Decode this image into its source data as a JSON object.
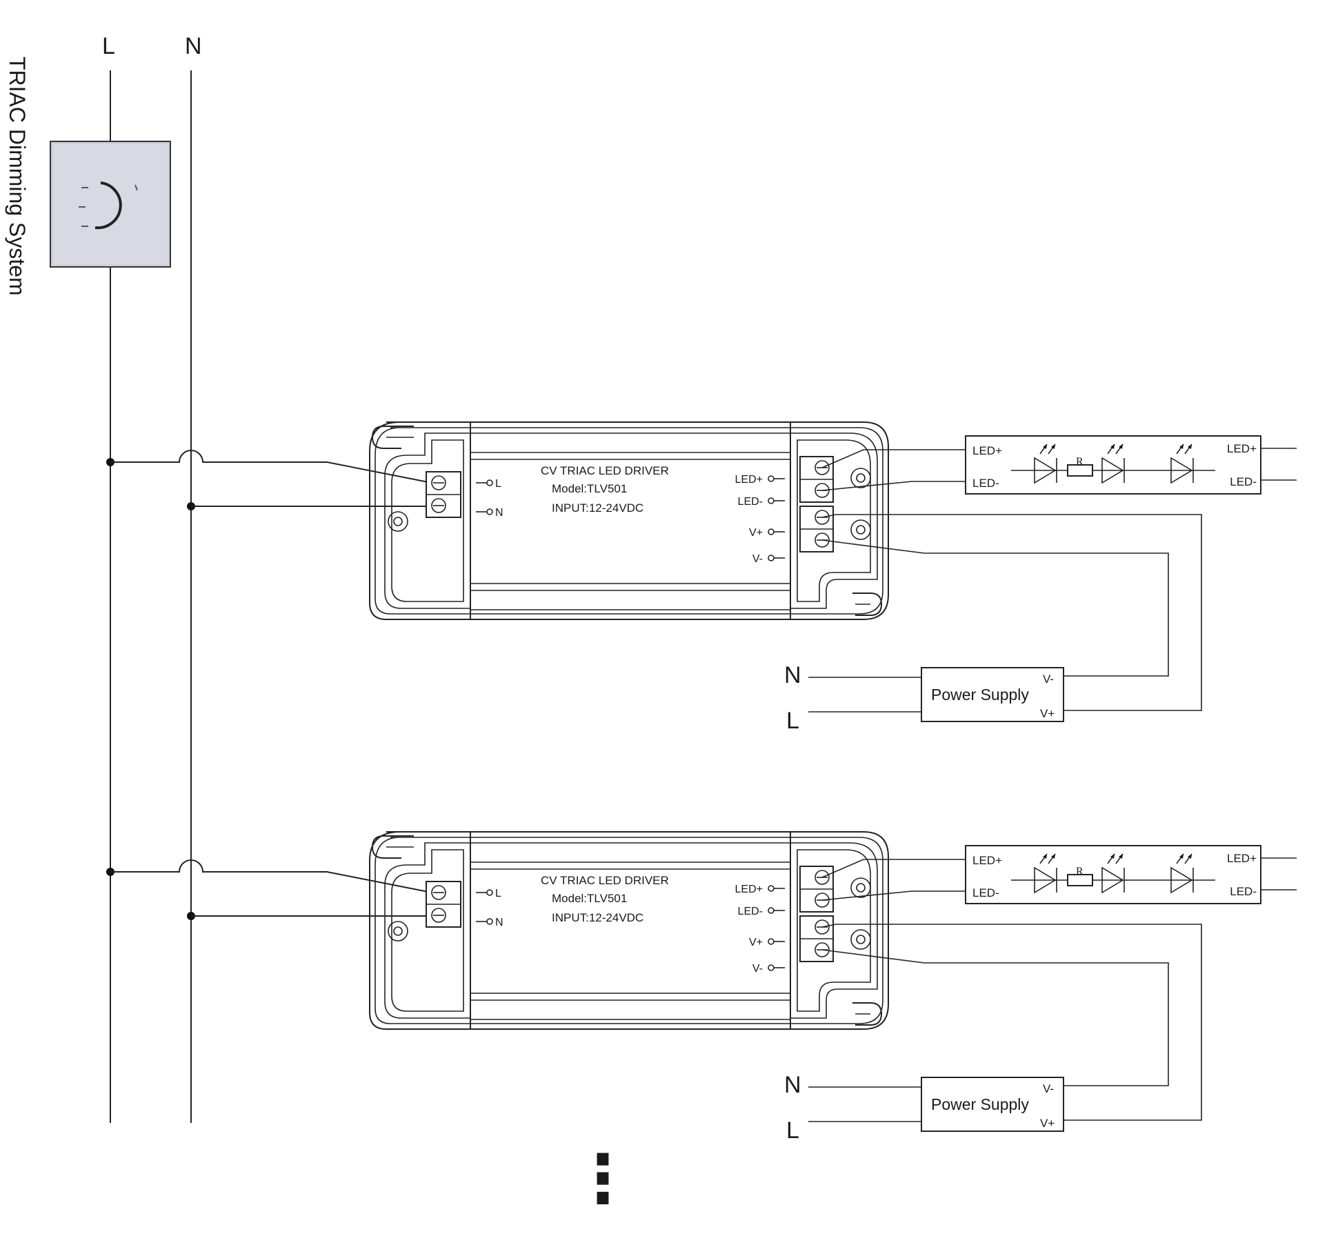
{
  "system_title": "TRIAC Dimming System",
  "mains": {
    "line_label": "L",
    "neutral_label": "N"
  },
  "driver": {
    "title": "CV TRIAC LED DRIVER",
    "model": "Model:TLV501",
    "input": "INPUT:12-24VDC",
    "in_l": "L",
    "in_n": "N",
    "out_led_plus": "LED+",
    "out_led_minus": "LED-",
    "out_v_plus": "V+",
    "out_v_minus": "V-"
  },
  "led_strip": {
    "in_plus": "LED+",
    "in_minus": "LED-",
    "out_plus": "LED+",
    "out_minus": "LED-",
    "resistor": "R"
  },
  "power_supply": {
    "label": "Power Supply",
    "in_n": "N",
    "in_l": "L",
    "out_minus": "V-",
    "out_plus": "V+"
  },
  "continuation": "⋮"
}
